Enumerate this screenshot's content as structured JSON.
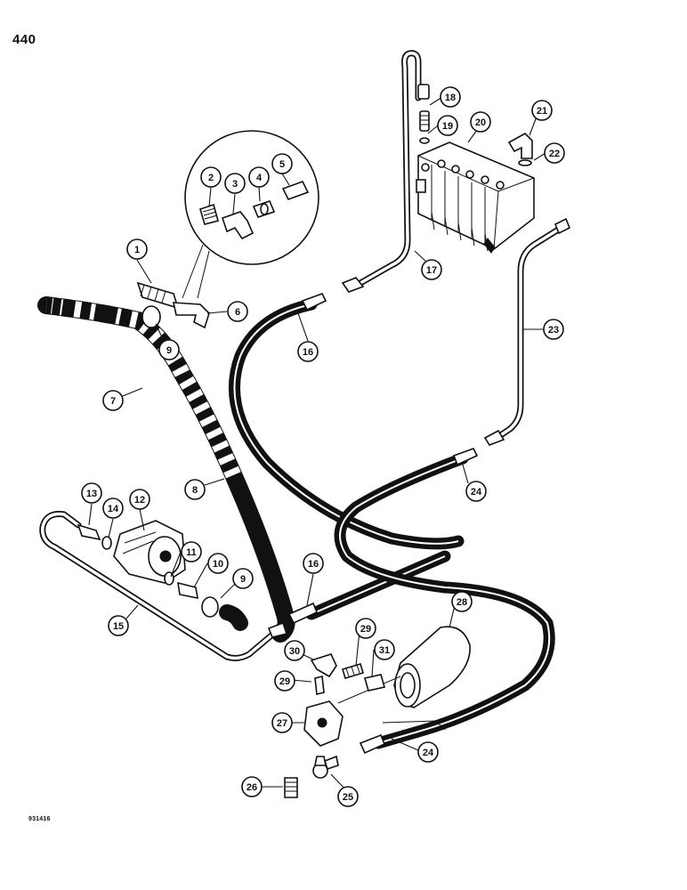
{
  "page_number": "440",
  "figure_id": "931416",
  "callouts": {
    "c1": "1",
    "c2": "2",
    "c3": "3",
    "c4": "4",
    "c5": "5",
    "c6": "6",
    "c7": "7",
    "c8": "8",
    "c9a": "9",
    "c9b": "9",
    "c10": "10",
    "c11": "11",
    "c12": "12",
    "c13": "13",
    "c14": "14",
    "c15": "15",
    "c16a": "16",
    "c16b": "16",
    "c17": "17",
    "c18": "18",
    "c19": "19",
    "c20": "20",
    "c21": "21",
    "c22": "22",
    "c23": "23",
    "c24a": "24",
    "c24b": "24",
    "c25": "25",
    "c26": "26",
    "c27": "27",
    "c28": "28",
    "c29a": "29",
    "c29b": "29",
    "c30": "30",
    "c31": "31"
  }
}
